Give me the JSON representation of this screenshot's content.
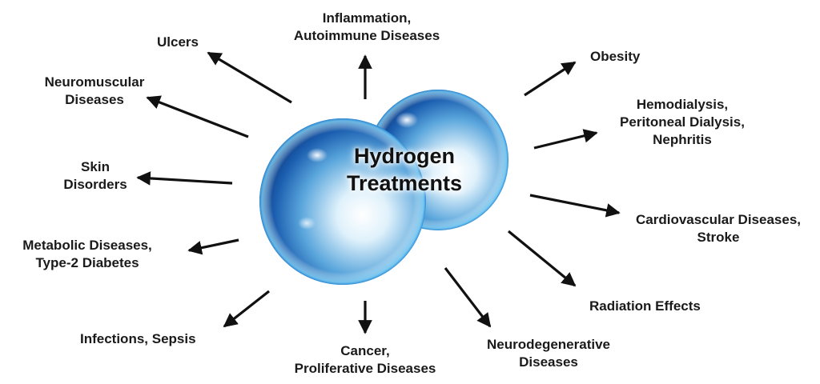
{
  "center": {
    "line1": "Hydrogen",
    "line2": "Treatments"
  },
  "labels": {
    "inflammation": [
      "Inflammation,",
      "Autoimmune Diseases"
    ],
    "ulcers": [
      "Ulcers"
    ],
    "neuromuscular": [
      "Neuromuscular",
      "Diseases"
    ],
    "skin": [
      "Skin",
      "Disorders"
    ],
    "metabolic": [
      "Metabolic Diseases,",
      "Type-2 Diabetes"
    ],
    "infections": [
      "Infections, Sepsis"
    ],
    "cancer": [
      "Cancer,",
      "Proliferative Diseases"
    ],
    "neurodegenerative": [
      "Neurodegenerative",
      "Diseases"
    ],
    "radiation": [
      "Radiation Effects"
    ],
    "cardiovascular": [
      "Cardiovascular Diseases,",
      "Stroke"
    ],
    "hemodialysis": [
      "Hemodialysis,",
      "Peritoneal Dialysis,",
      "Nephritis"
    ],
    "obesity": [
      "Obesity"
    ]
  },
  "colors": {
    "sphere_blue": "#1e6fc4",
    "sphere_light": "#bfe3f7",
    "arrow": "#111111",
    "text": "#1a1a1a"
  }
}
